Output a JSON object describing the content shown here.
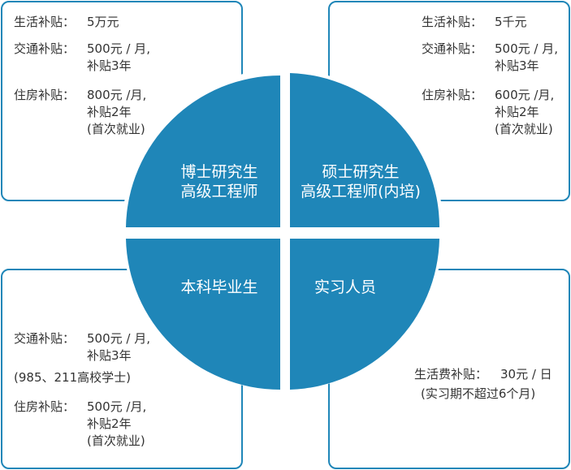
{
  "colors": {
    "accent": "#1f86b8",
    "text": "#333333",
    "quadrant_text": "#ffffff"
  },
  "quadrants": {
    "phd": {
      "line1": "博士研究生",
      "line2": "高级工程师"
    },
    "master": {
      "line1": "硕士研究生",
      "line2": "高级工程师(内培)"
    },
    "undergrad": {
      "line1": "本科毕业生"
    },
    "intern": {
      "line1": "实习人员"
    }
  },
  "boxes": {
    "phd": {
      "living_label": "生活补贴：",
      "living_value": "5万元",
      "transport_label": "交通补贴：",
      "transport_value1": "500元 / 月,",
      "transport_value2": "补贴3年",
      "housing_label": "住房补贴：",
      "housing_value1": "800元 /月,",
      "housing_value2": "补贴2年",
      "housing_value3": "(首次就业)"
    },
    "master": {
      "living_label": "生活补贴：",
      "living_value": "5千元",
      "transport_label": "交通补贴：",
      "transport_value1": "500元 / 月,",
      "transport_value2": "补贴3年",
      "housing_label": "住房补贴：",
      "housing_value1": "600元 /月,",
      "housing_value2": "补贴2年",
      "housing_value3": "(首次就业)"
    },
    "undergrad": {
      "transport_label": "交通补贴：",
      "transport_value1": "500元 / 月,",
      "transport_value2": "补贴3年",
      "transport_note": "(985、211高校学士)",
      "housing_label": "住房补贴：",
      "housing_value1": "500元 /月,",
      "housing_value2": "补贴2年",
      "housing_value3": "(首次就业)"
    },
    "intern": {
      "living_label": "生活费补贴：",
      "living_value": "30元 / 日",
      "living_note": "(实习期不超过6个月)"
    }
  }
}
